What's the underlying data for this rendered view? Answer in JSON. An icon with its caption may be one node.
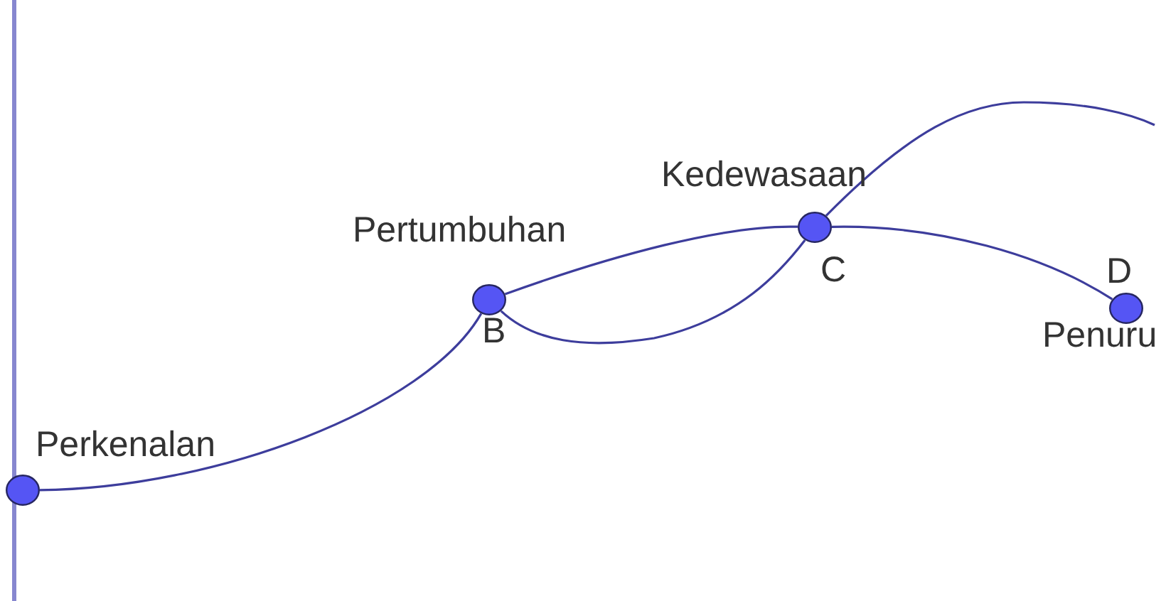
{
  "diagram": {
    "nodes": [
      {
        "text": [],
        "shape": "circle",
        "beside": [
          "Perkenalan"
        ]
      },
      {
        "text": [],
        "shape": "circle",
        "beside": [
          "Pertumbuhan",
          "B"
        ]
      },
      {
        "text": [],
        "shape": "circle",
        "beside": [
          "Kedewasaan",
          "C"
        ]
      },
      {
        "text": [],
        "shape": "circle",
        "beside": [
          "D",
          "Penuru"
        ]
      }
    ],
    "edges": [
      {
        "from": 0,
        "to": 1,
        "arrow": "none"
      },
      {
        "from": 1,
        "to": 2,
        "arrow": "none"
      },
      {
        "from": 1,
        "to": 2,
        "arrow": "none"
      },
      {
        "from": 2,
        "to": null,
        "arrow": "none"
      },
      {
        "from": 2,
        "to": 3,
        "arrow": "none"
      }
    ]
  }
}
